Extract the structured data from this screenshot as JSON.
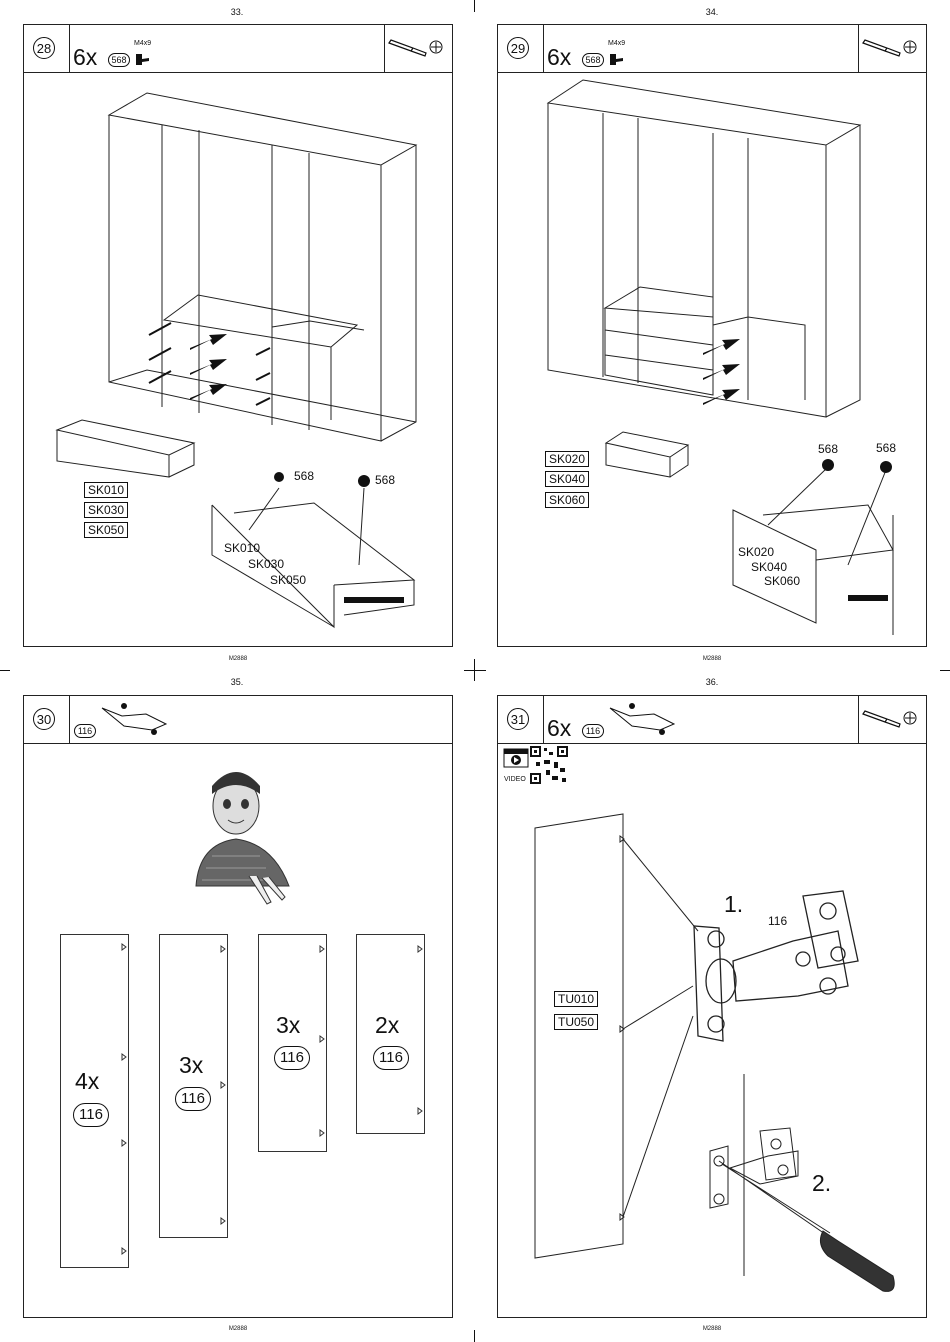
{
  "pages": [
    {
      "number": "33.",
      "code": "M2888",
      "step": "28",
      "qty": "6x",
      "part": "568",
      "screw": "M4x9",
      "labels": [
        "SK010",
        "SK030",
        "SK050"
      ],
      "callout": "568"
    },
    {
      "number": "34.",
      "code": "M2888",
      "step": "29",
      "qty": "6x",
      "part": "568",
      "screw": "M4x9",
      "labels": [
        "SK020",
        "SK040",
        "SK060"
      ],
      "callout": "568"
    },
    {
      "number": "35.",
      "code": "M2888",
      "step": "30",
      "part": "116",
      "panels": [
        {
          "qty": "4x",
          "part": "116"
        },
        {
          "qty": "3x",
          "part": "116"
        },
        {
          "qty": "3x",
          "part": "116"
        },
        {
          "qty": "2x",
          "part": "116"
        }
      ]
    },
    {
      "number": "36.",
      "code": "M2888",
      "step": "31",
      "qty": "6x",
      "part": "116",
      "video_label": "VIDEO",
      "labels": [
        "TU010",
        "TU050"
      ],
      "substeps": [
        "1.",
        "2."
      ],
      "hinge_part": "116"
    }
  ]
}
